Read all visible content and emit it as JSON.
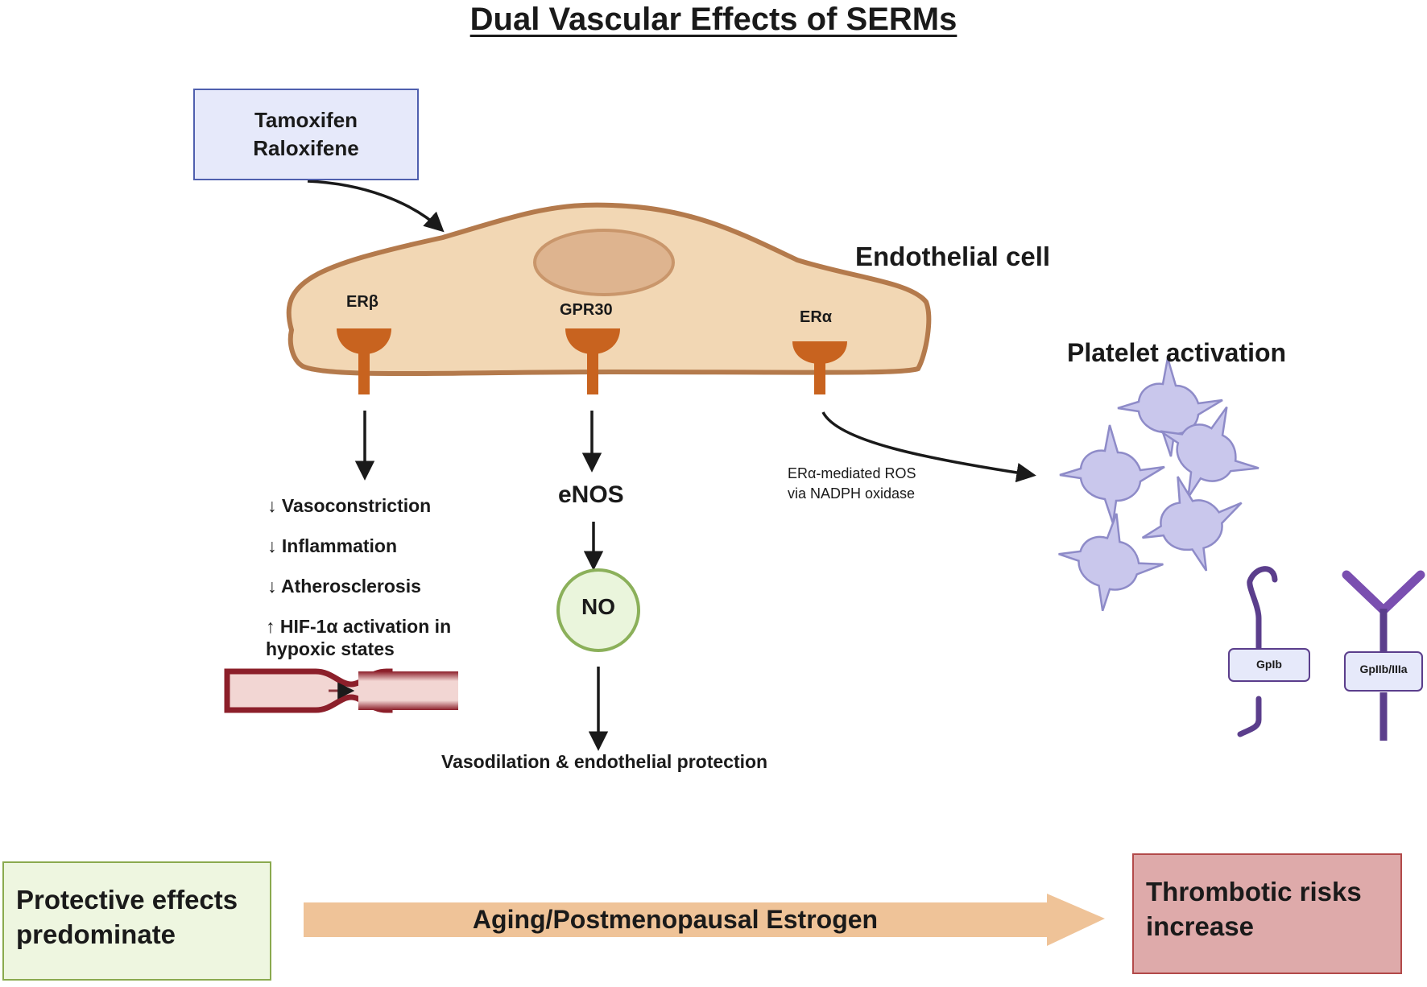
{
  "title": "Dual Vascular Effects of SERMs",
  "drugs": [
    "Tamoxifen",
    "Raloxifene"
  ],
  "cell_label": "Endothelial cell",
  "receptors": {
    "erb": "ERβ",
    "gpr30": "GPR30",
    "era": "ERα"
  },
  "erb_effects": [
    "↓ Vasoconstriction",
    "↓ Inflammation",
    "↓ Atherosclerosis",
    "↑ HIF-1α activation in hypoxic states"
  ],
  "gpr30_path": {
    "enos": "eNOS",
    "no": "NO",
    "outcome": "Vasodilation & endothelial protection"
  },
  "era_path": {
    "mechanism_line1": "ERα-mediated ROS",
    "mechanism_line2": "via NADPH oxidase",
    "outcome": "Platelet activation"
  },
  "glycoproteins": {
    "gpib": "GpIb",
    "gpiib_iiia": "GpIIb/IIIa"
  },
  "bottom": {
    "left": "Protective effects predominate",
    "arrow": "Aging/Postmenopausal Estrogen",
    "right": "Thrombotic risks increase"
  },
  "colors": {
    "cell_fill": "#f2d7b4",
    "cell_border": "#b47a4c",
    "nucleus": "#deb48f",
    "receptor": "#c8631f",
    "drug_box": "#e6e9fa",
    "platelet": "#c9c7ec",
    "glycoprotein": "#5b3e8c",
    "protect_box": "#eef6e0",
    "thrombotic_box": "#deaaaa",
    "gradient_arrow": "#efc398"
  }
}
